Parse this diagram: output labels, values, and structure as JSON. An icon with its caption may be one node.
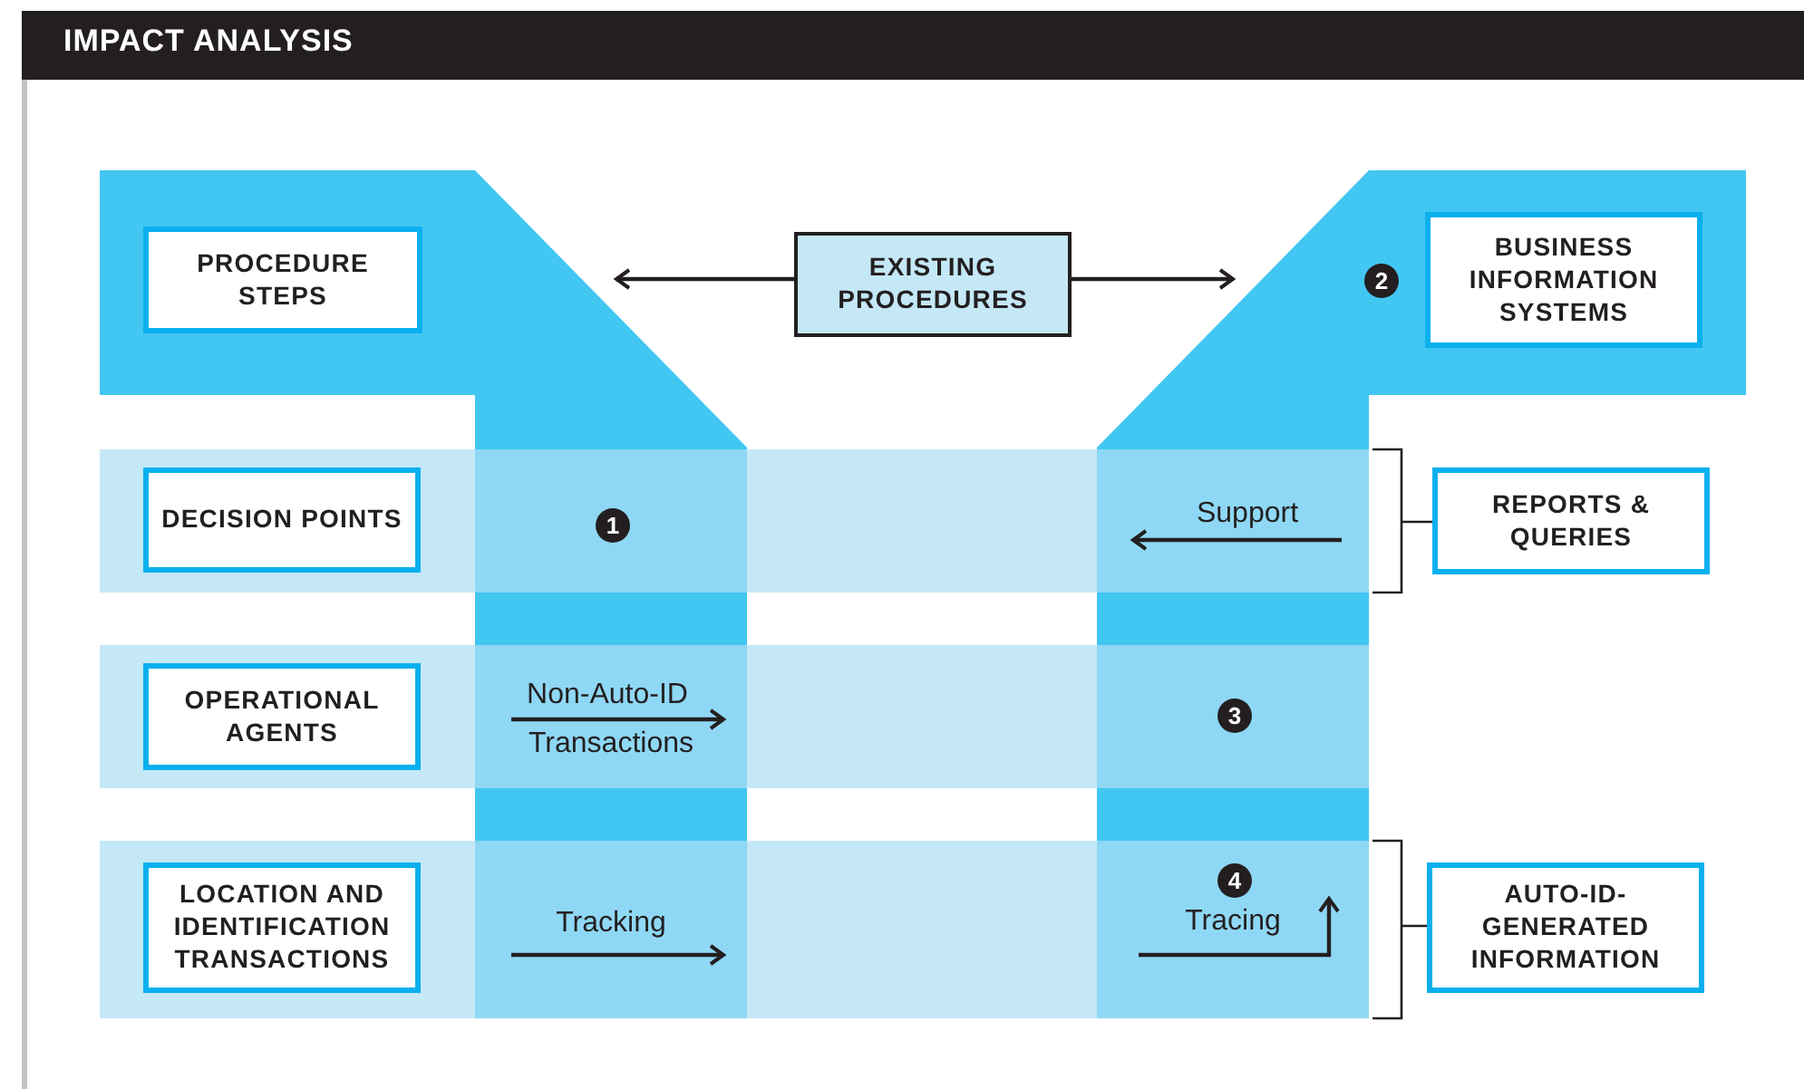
{
  "diagram": {
    "title": "IMPACT ANALYSIS",
    "nodes": [
      {
        "text": [
          "PROCEDURE STEPS"
        ]
      },
      {
        "text": [
          "EXISTING PROCEDURES"
        ]
      },
      {
        "text": [
          "BUSINESS INFORMATION SYSTEMS"
        ]
      },
      {
        "text": [
          "DECISION POINTS"
        ]
      },
      {
        "text": [
          "REPORTS & QUERIES"
        ]
      },
      {
        "text": [
          "OPERATIONAL AGENTS"
        ]
      },
      {
        "text": [
          "LOCATION AND IDENTIFICATION TRANSACTIONS"
        ]
      },
      {
        "text": [
          "AUTO-ID- GENERATED INFORMATION"
        ]
      }
    ],
    "edges": [
      {
        "from": 1,
        "to": null,
        "arrow": "to"
      },
      {
        "from": 1,
        "to": null,
        "arrow": "to"
      }
    ],
    "labels": [
      "2",
      "Support",
      "1",
      "Non-Auto-ID",
      "3",
      "Transactions",
      "4",
      "Tracking",
      "Tracing"
    ]
  }
}
